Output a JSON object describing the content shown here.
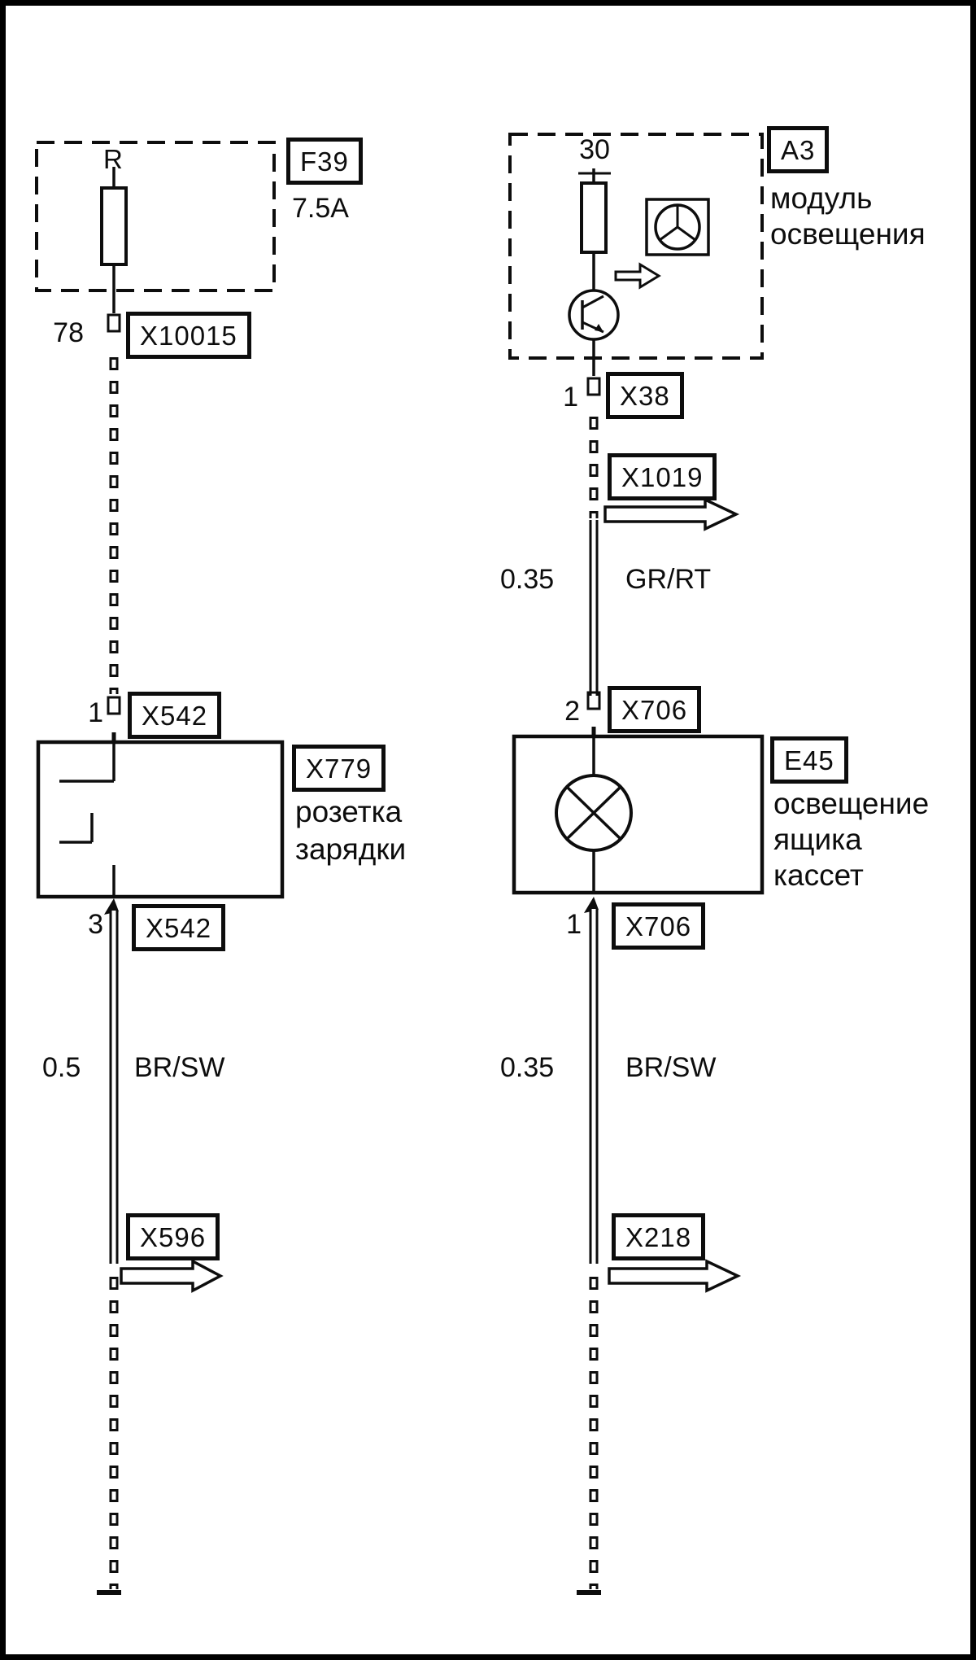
{
  "page": {
    "background": "#ffffff",
    "line_color": "#0d0d0d"
  },
  "left_circuit": {
    "fuse_block": {
      "internal_label": "R",
      "ref": "F39",
      "rating": "7.5A"
    },
    "top_connector": {
      "pin": "78",
      "label": "X10015"
    },
    "mid_connector": {
      "pin": "1",
      "label": "X542"
    },
    "component": {
      "ref": "X779",
      "name": [
        "розетка",
        "зарядки"
      ]
    },
    "bottom_connector": {
      "pin": "3",
      "label": "X542"
    },
    "wire": {
      "gauge": "0.5",
      "color_code": "BR/SW"
    },
    "exit_connector": {
      "label": "X596"
    }
  },
  "right_circuit": {
    "module": {
      "terminal": "30",
      "ref": "A3",
      "name": [
        "модуль",
        "освещения"
      ]
    },
    "top_connector": {
      "pin": "1",
      "label": "X38"
    },
    "branch_connector": {
      "label": "X1019"
    },
    "upper_wire": {
      "gauge": "0.35",
      "color_code": "GR/RT"
    },
    "mid_connector": {
      "pin": "2",
      "label": "X706"
    },
    "component": {
      "ref": "E45",
      "name": [
        "освещение",
        "ящика",
        "кассет"
      ]
    },
    "bottom_connector": {
      "pin": "1",
      "label": "X706"
    },
    "lower_wire": {
      "gauge": "0.35",
      "color_code": "BR/SW"
    },
    "exit_connector": {
      "label": "X218"
    }
  }
}
